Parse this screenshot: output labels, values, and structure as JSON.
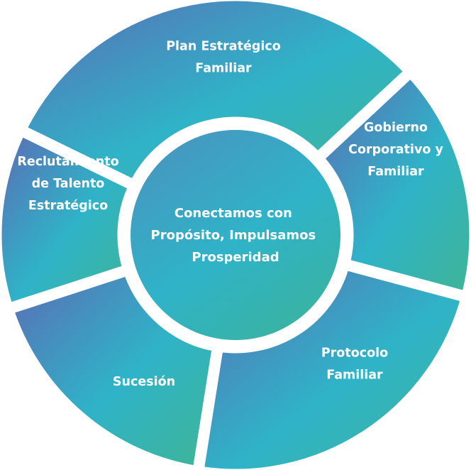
{
  "center": {
    "lines": [
      "Conectamos con",
      "Propósito, Impulsamos",
      "Prosperidad"
    ]
  },
  "segments": [
    {
      "id": "plan",
      "lines": [
        "Plan Estratégico",
        "Familiar"
      ]
    },
    {
      "id": "gobierno",
      "lines": [
        "Gobierno",
        "Corporativo y",
        "Familiar"
      ]
    },
    {
      "id": "protocolo",
      "lines": [
        "Protocolo",
        "Familiar"
      ]
    },
    {
      "id": "sucesion",
      "lines": [
        "Sucesión"
      ]
    },
    {
      "id": "reclutamiento",
      "lines": [
        "Reclutamiento",
        "de Talento",
        "Estratégico"
      ]
    }
  ],
  "colors": {
    "gradient_top": "#5b6db5",
    "gradient_mid": "#2fb3c8",
    "gradient_bottom": "#3fb597",
    "background": "#ffffff",
    "text": "#ffffff"
  }
}
